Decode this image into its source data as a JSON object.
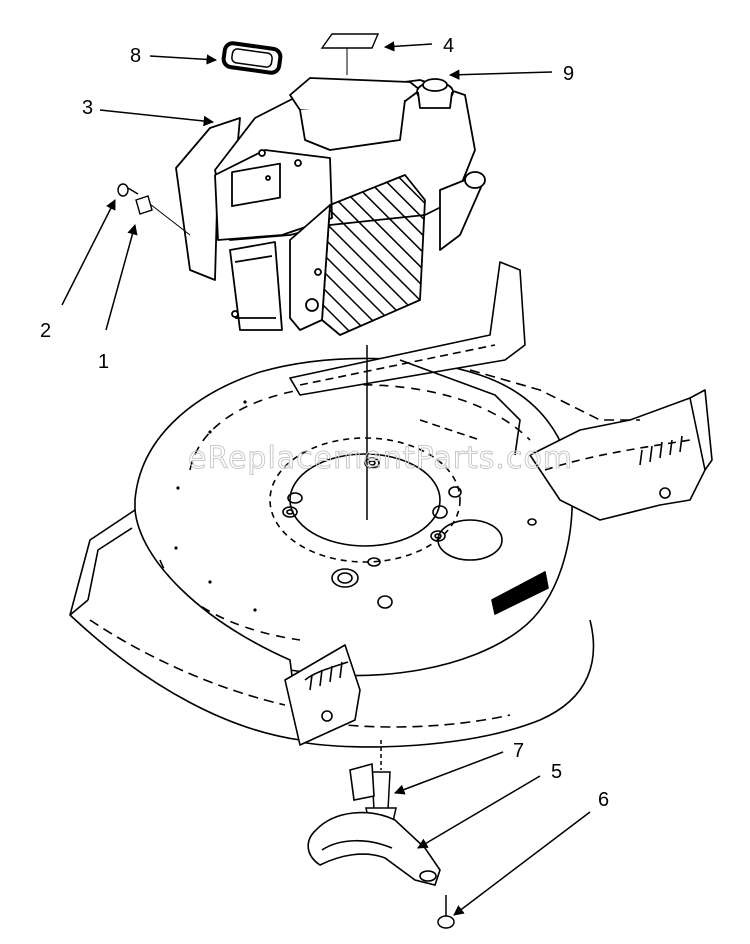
{
  "watermark": "eReplacementParts.com",
  "callouts": {
    "c1": "1",
    "c2": "2",
    "c3": "3",
    "c4": "4",
    "c5": "5",
    "c6": "6",
    "c7": "7",
    "c8": "8",
    "c9": "9"
  },
  "colors": {
    "line": "#000000",
    "background": "#ffffff",
    "watermark": "#c9c9c9"
  }
}
